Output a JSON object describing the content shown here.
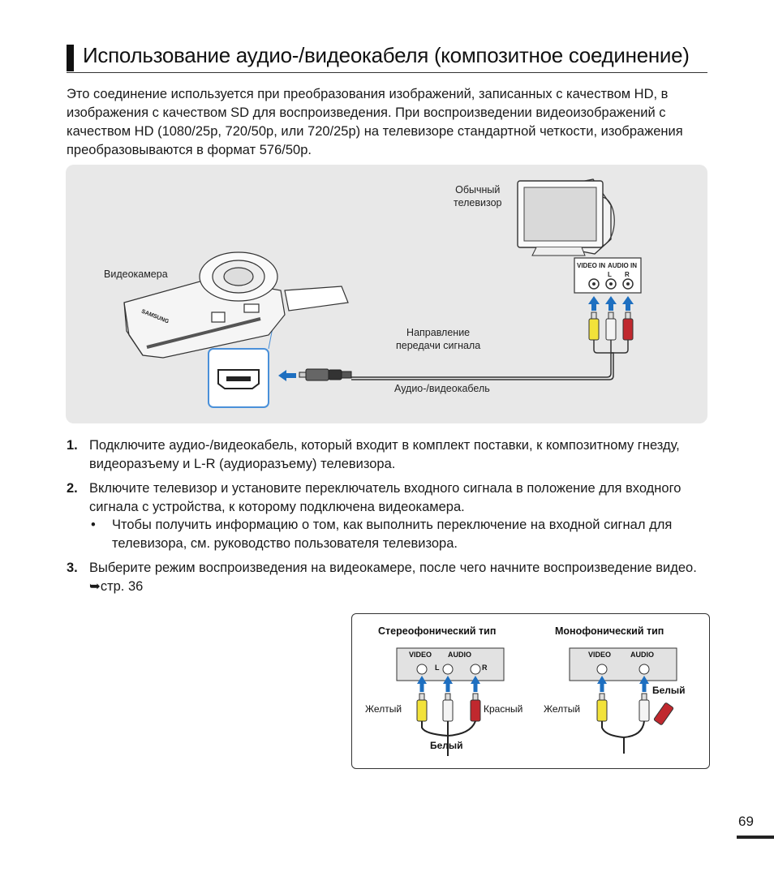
{
  "title": "Использование аудио-/видеокабеля (композитное соединение)",
  "intro": "Это соединение используется при преобразования изображений, записанных с качеством HD, в изображения с качеством SD для воспроизведения. При воспроизведении видеоизображений с качеством HD (1080/25p, 720/50p, или 720/25p) на телевизоре стандартной четкости, изображения преобразовываются в формат 576/50p.",
  "diagram": {
    "tv_label_1": "Обычный",
    "tv_label_2": "телевизор",
    "camcorder_label": "Видеокамера",
    "direction_label_1": "Направление",
    "direction_label_2": "передачи сигнала",
    "cable_label": "Аудио-/видеокабель",
    "video_in": "VIDEO IN",
    "audio_in": "AUDIO IN",
    "L": "L",
    "R": "R",
    "brand": "SAMSUNG",
    "colors": {
      "yellow": "#f2e23a",
      "white": "#f4f4f4",
      "red": "#c0282e",
      "arrow_blue": "#1e6fc0",
      "port_blue": "#4a90d9"
    }
  },
  "steps": [
    {
      "num": "1.",
      "text": "Подключите аудио-/видеокабель, который входит в комплект поставки, к композитному гнезду, видеоразъему и L-R (аудиоразъему) телевизора."
    },
    {
      "num": "2.",
      "text": "Включите телевизор и установите переключатель входного сигнала в положение для входного сигнала с устройства, к которому подключена видеокамера.",
      "bullet": "Чтобы получить информацию о том, как выполнить переключение на входной сигнал для телевизора, см. руководство пользователя телевизора."
    },
    {
      "num": "3.",
      "text": "Выберите режим воспроизведения на видеокамере, после чего начните воспроизведение видео.",
      "ref": "➥стр. 36"
    }
  ],
  "bullet_symbol": "•",
  "cable_types": {
    "stereo_title": "Стереофонический тип",
    "mono_title": "Монофонический тип",
    "video": "VIDEO",
    "audio": "AUDIO",
    "L": "L",
    "R": "R",
    "yellow": "Желтый",
    "red": "Красный",
    "white": "Белый"
  },
  "page_number": "69"
}
